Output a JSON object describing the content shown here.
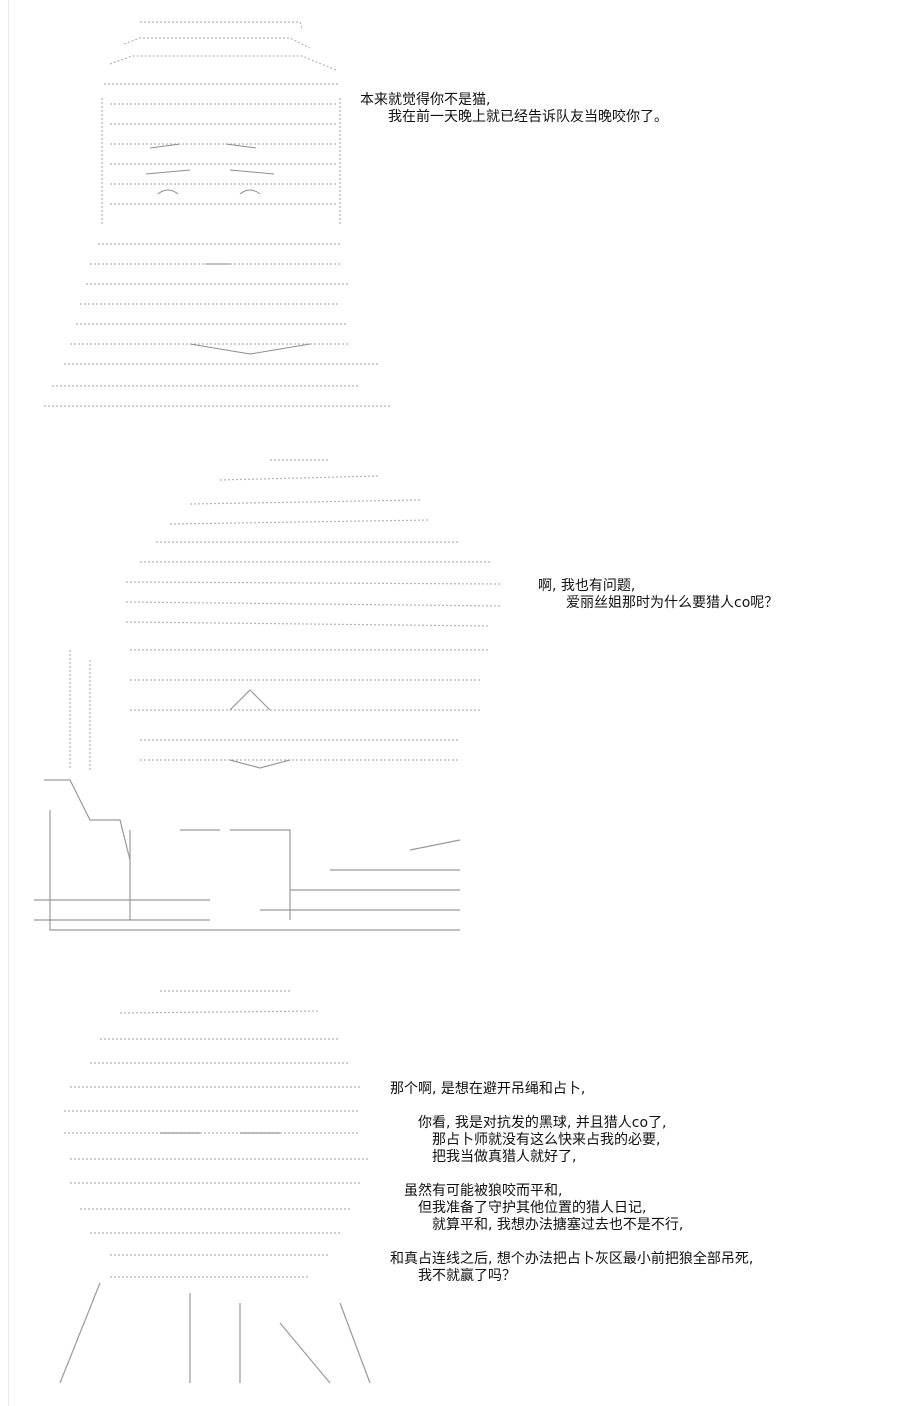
{
  "panels": [
    {
      "id": "panel-1",
      "dialogue": [
        "本来就觉得你不是猫,",
        "　　我在前一天晚上就已经告诉队友当晚咬你了。"
      ]
    },
    {
      "id": "panel-2",
      "dialogue": [
        "啊, 我也有问题,",
        "　　爱丽丝姐那时为什么要猎人co呢？"
      ]
    },
    {
      "id": "panel-3",
      "dialogue": [
        "那个啊, 是想在避开吊绳和占卜,",
        "",
        "　　你看, 我是对抗发的黑球, 并且猎人co了,",
        "　　　那占卜师就没有这么快来占我的必要,",
        "　　　把我当做真猎人就好了,",
        "",
        "　虽然有可能被狼咬而平和,",
        "　　但我准备了守护其他位置的猎人日记,",
        "　　　就算平和, 我想办法搪塞过去也不是不行,",
        "",
        "和真占连线之后, 想个办法把占卜灰区最小前把狼全部吊死,",
        "　　我不就赢了吗？"
      ]
    }
  ]
}
